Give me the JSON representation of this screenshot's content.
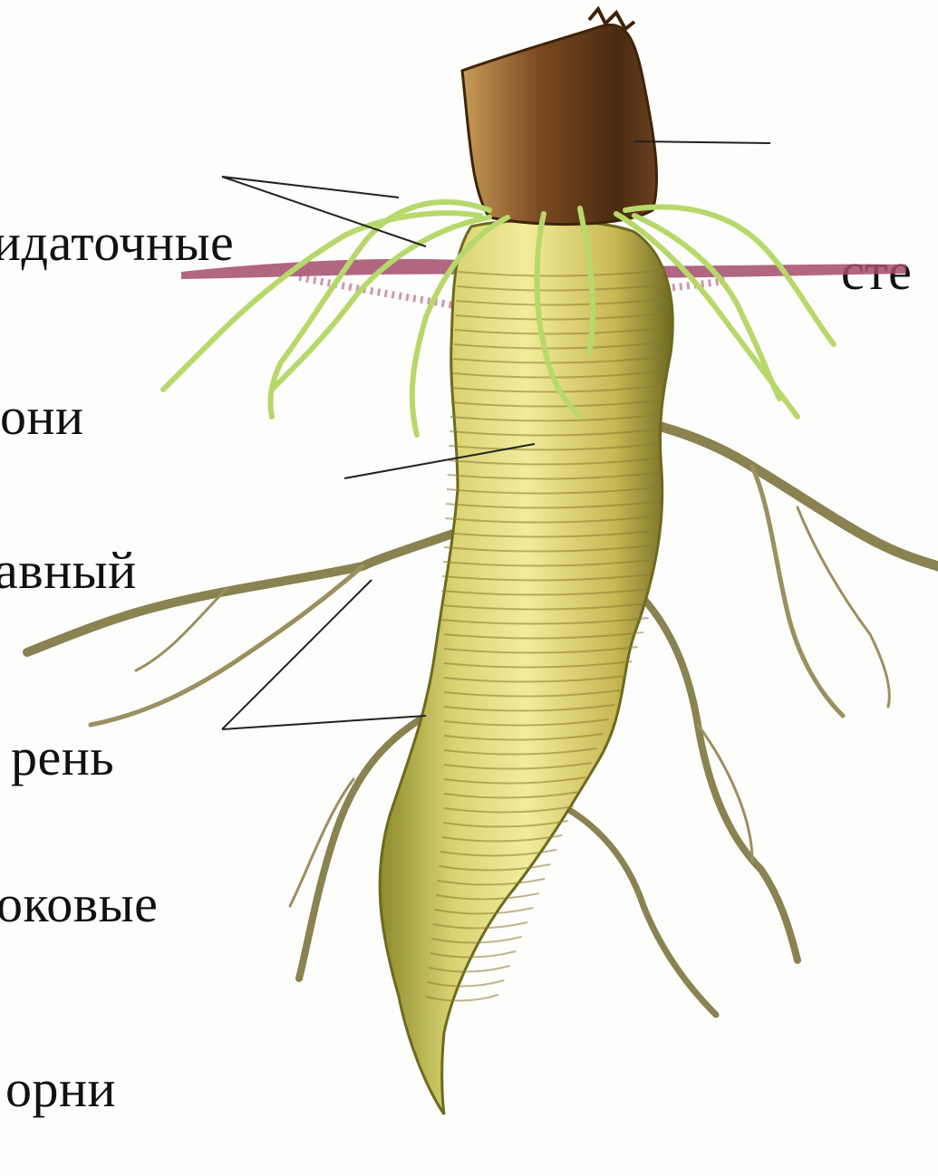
{
  "diagram": {
    "labels": {
      "adventitious": {
        "line1": "идаточные",
        "line2": "они"
      },
      "stem": {
        "line1": "сте"
      },
      "main_root": {
        "line1": "авный",
        "line2": "рень"
      },
      "lateral": {
        "line1": "оковые",
        "line2": "орни"
      }
    }
  }
}
